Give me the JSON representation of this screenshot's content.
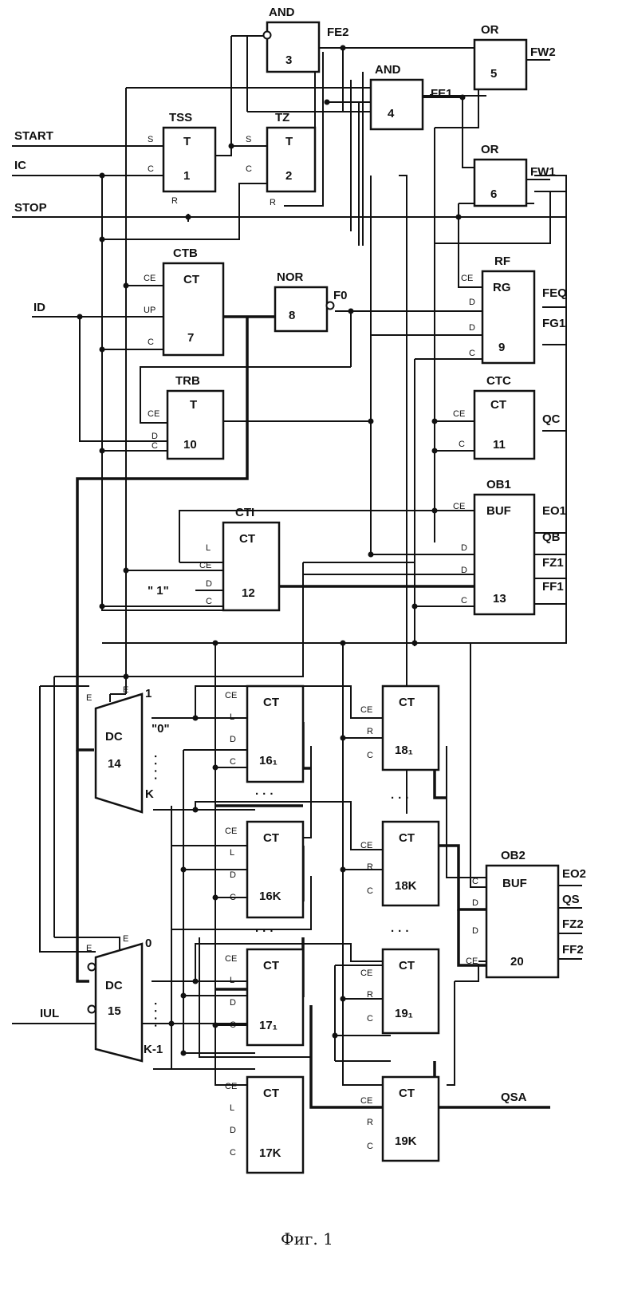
{
  "blocks": [
    {
      "id": "b3",
      "name": "AND",
      "func": "",
      "num": "3"
    },
    {
      "id": "b4",
      "name": "AND",
      "func": "",
      "num": "4"
    },
    {
      "id": "b5",
      "name": "OR",
      "func": "",
      "num": "5"
    },
    {
      "id": "b6",
      "name": "OR",
      "func": "",
      "num": "6"
    },
    {
      "id": "b1",
      "name": "TSS",
      "func": "T",
      "num": "1"
    },
    {
      "id": "b2",
      "name": "TZ",
      "func": "T",
      "num": "2"
    },
    {
      "id": "b7",
      "name": "CTB",
      "func": "CT",
      "num": "7"
    },
    {
      "id": "b8",
      "name": "NOR",
      "func": "",
      "num": "8"
    },
    {
      "id": "b9",
      "name": "RF",
      "func": "RG",
      "num": "9"
    },
    {
      "id": "b10",
      "name": "TRB",
      "func": "T",
      "num": "10"
    },
    {
      "id": "b11",
      "name": "CTC",
      "func": "CT",
      "num": "11"
    },
    {
      "id": "b12",
      "name": "CTI",
      "func": "CT",
      "num": "12"
    },
    {
      "id": "b13",
      "name": "OB1",
      "func": "BUF",
      "num": "13"
    },
    {
      "id": "b14",
      "name": "",
      "func": "DC",
      "num": "14"
    },
    {
      "id": "b15",
      "name": "",
      "func": "DC",
      "num": "15"
    },
    {
      "id": "b161",
      "name": "",
      "func": "CT",
      "num": "16₁"
    },
    {
      "id": "b16k",
      "name": "",
      "func": "CT",
      "num": "16K"
    },
    {
      "id": "b171",
      "name": "",
      "func": "CT",
      "num": "17₁"
    },
    {
      "id": "b17k",
      "name": "",
      "func": "CT",
      "num": "17K"
    },
    {
      "id": "b181",
      "name": "",
      "func": "CT",
      "num": "18₁"
    },
    {
      "id": "b18k",
      "name": "",
      "func": "CT",
      "num": "18K"
    },
    {
      "id": "b191",
      "name": "",
      "func": "CT",
      "num": "19₁"
    },
    {
      "id": "b19k",
      "name": "",
      "func": "CT",
      "num": "19K"
    },
    {
      "id": "b20",
      "name": "OB2",
      "func": "BUF",
      "num": "20"
    }
  ],
  "signals": {
    "start": "START",
    "ic": "IC",
    "stop": "STOP",
    "id": "ID",
    "iul": "IUL",
    "one": "\" 1\"",
    "zero": "\"0\"",
    "fe2": "FE2",
    "fe1": "FE1",
    "fw2": "FW2",
    "fw1": "FW1",
    "f0": "F0",
    "feq": "FEQ",
    "fg1": "FG1",
    "qc": "QC",
    "eo1": "EO1",
    "qb": "QB",
    "fz1": "FZ1",
    "ff1": "FF1",
    "eo2": "EO2",
    "qs": "QS",
    "fz2": "FZ2",
    "ff2": "FF2",
    "qsa": "QSA"
  },
  "pins": {
    "s": "S",
    "c": "C",
    "r": "R",
    "ce": "CE",
    "up": "UP",
    "d": "D",
    "l": "L",
    "e": "E"
  },
  "dc_outputs": {
    "o14_first": "1",
    "o14_last": "K",
    "o15_first": "0",
    "o15_last": "K-1",
    "vdots": "· · · ·",
    "hdots": "· · ·"
  },
  "caption": "Фиг. 1"
}
